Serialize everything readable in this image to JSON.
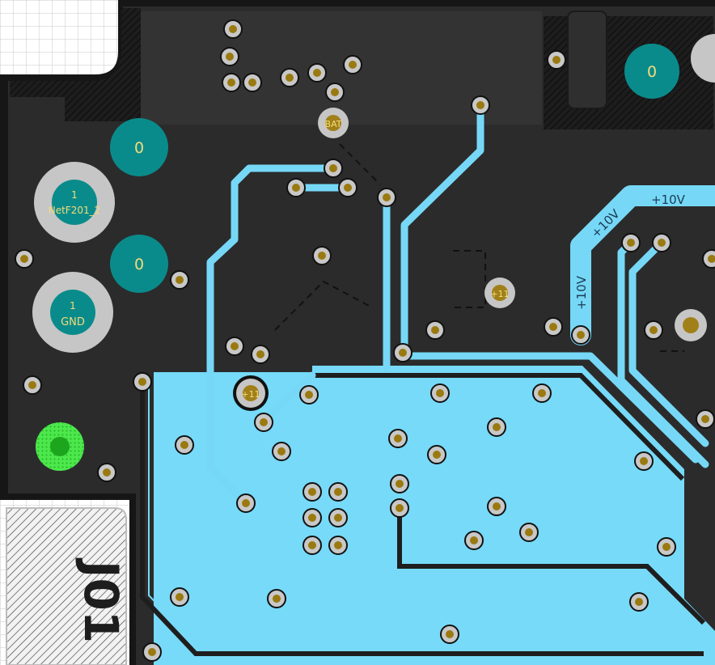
{
  "view": {
    "colors": {
      "board": "#2b2b2c",
      "board_outline": "#161617",
      "trace": "#76d8f6",
      "copper_pour": "#76daf8",
      "via_ring": "#c8c8c8",
      "via_hole": "#9a7a10",
      "pad_teal": "#0a8b8b",
      "pad_gray": "#c6c6c6",
      "pad_green": "#3ee03e",
      "label_text": "#f3dc7a",
      "net_label_text": "#1b3b54"
    }
  },
  "pads": {
    "mount_top_right": "0",
    "mount_left_1": "0",
    "mount_left_2": "0",
    "netf201": {
      "pin": "1",
      "net": "NetF201_2"
    },
    "gnd": {
      "pin": "1",
      "net": "GND"
    }
  },
  "vias": {
    "bat": "BAT",
    "mid": "+11",
    "left": "+11"
  },
  "nets": {
    "label_h": "+10V",
    "label_diag": "+10V",
    "label_v": "+10V"
  },
  "silkscreen": {
    "designator": "J01"
  }
}
